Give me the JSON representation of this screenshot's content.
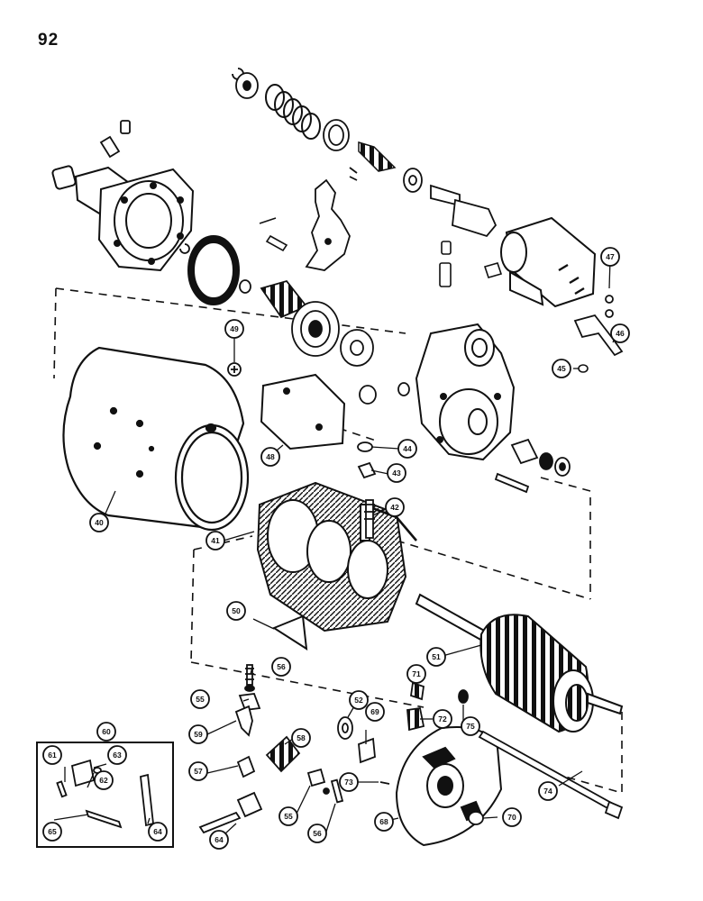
{
  "page_number": "92",
  "callouts": {
    "c40": "40",
    "c41": "41",
    "c42": "42",
    "c43": "43",
    "c44": "44",
    "c45": "45",
    "c46": "46",
    "c47": "47",
    "c48": "48",
    "c49": "49",
    "c50": "50",
    "c51": "51",
    "c52": "52",
    "c55a": "55",
    "c55b": "55",
    "c56a": "56",
    "c56b": "56",
    "c57": "57",
    "c58": "58",
    "c59": "59",
    "c60": "60",
    "c61": "61",
    "c62": "62",
    "c63": "63",
    "c64a": "64",
    "c64b": "64",
    "c65": "65",
    "c68": "68",
    "c69": "69",
    "c70": "70",
    "c71": "71",
    "c72": "72",
    "c73": "73",
    "c74": "74",
    "c75": "75"
  }
}
